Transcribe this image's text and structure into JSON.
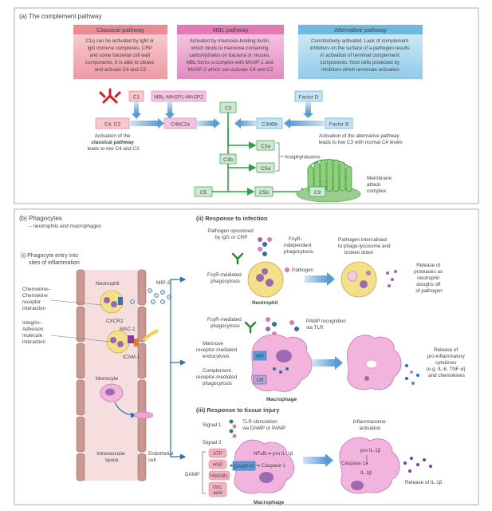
{
  "section_a": {
    "label": "(a)  The complement pathway",
    "classical": {
      "title": "Classical pathway",
      "desc": [
        "C1q can be activated by IgM or",
        "IgG immune complexes, CRP",
        "and some bacterial cell wall",
        "components. It is able to cleave",
        "and activate C4 and C2"
      ]
    },
    "mbl": {
      "title": "MBL pathway",
      "desc": [
        "Activated by mannose-binding lectin,",
        "which binds to mannose-containing",
        "carbohydrates on bacteria or viruses.",
        "MBL forms a complex with MASP-1 and",
        "MASP-2 which can activate C4 and C2"
      ]
    },
    "alternative": {
      "title": "Alternative pathway",
      "desc": [
        "Constitutively activated. Lack of complement",
        "inhibitors on the surface of a pathogen results",
        "in activation of terminal complement",
        "components. Host cells protected by",
        "inhibitors which terminate activation"
      ]
    },
    "boxes": {
      "c1": "C1",
      "mbl_masp": "MBL-MASP1-MASP2",
      "c4c2": "C4, C2",
      "c4bc2a": "C4bC2a",
      "c3": "C3",
      "c3bbb": "C3bBb",
      "factor_d": "Factor D",
      "factor_b": "Factor B",
      "c3a": "C3a",
      "c3b": "C3b",
      "c5a": "C5a",
      "c5": "C5",
      "c5b": "C5b",
      "c9": "C9"
    },
    "classical_note": [
      "Activation of the",
      "classical pathway",
      "leads to low C4 and C3"
    ],
    "alternative_note": [
      "Activation of the alternative pathway",
      "leads to low C3 with normal C4 levels"
    ],
    "anaphylotoxins": "Anaphylotoxins",
    "mac_label": [
      "Membrane",
      "attack",
      "complex"
    ]
  },
  "section_b": {
    "label": "(b)  Phagocytes",
    "sublabel": "– neutrophils and macrophages",
    "entry_title": [
      "(i)  Phagocyte entry into",
      "sites of inflammation"
    ],
    "neutrophil": "Neutrophil",
    "mip2": "MIP-2",
    "cxcr2": "CXCR2",
    "mac1": "MAC-1",
    "icam1": "ICAM-1",
    "monocyte": "Monocyte",
    "chemokine_label": [
      "Chemokine–",
      "Chemokine",
      "receptor",
      "interaction"
    ],
    "integrin_label": [
      "Integrin–",
      "Adhesion",
      "molecule",
      "interaction"
    ],
    "intravascular": [
      "Intravascular",
      "space"
    ],
    "endothelial": [
      "Endothelial",
      "cell"
    ]
  },
  "infection": {
    "title": "(ii)  Response to infection",
    "opsonised": [
      "Pathogen opsonised",
      "by IgG or CRP"
    ],
    "fcr_independent": [
      "FcγR-",
      "independent",
      "phagocytosis"
    ],
    "fcr_mediated": [
      "FcγR-mediated",
      "phagocytosis"
    ],
    "pathogen": "Pathogen",
    "neutrophil": "Neutrophil",
    "internalised": [
      "Pathogen internalised",
      "to phago-lysosome and",
      "broken down"
    ],
    "release_proteases": [
      "Release of",
      "proteases as",
      "neutrophil",
      "sloughs off",
      "of pathogen"
    ],
    "fcr_mediated_2": [
      "FcγR-mediated",
      "phagocytosis"
    ],
    "pamp": [
      "PAMP recognition",
      "via TLR"
    ],
    "mannose": [
      "Mannose",
      "receptor-mediated",
      "endocytosis"
    ],
    "complement_recep": [
      "Complement",
      "receptor-mediated",
      "phagocytosis"
    ],
    "mr": "MR",
    "cr": "CR",
    "macrophage": "Macrophage",
    "release_cytokines": [
      "Release of",
      "pro-inflammatory",
      "cytokines",
      "(e.g. IL-6, TNF-α)",
      "and chemokines"
    ]
  },
  "injury": {
    "title": "(iii)  Response to tissue injury",
    "signal1": "Signal 1",
    "tlr_stim": [
      "TLR stimulation",
      "via DAMP or PAMP"
    ],
    "signal2": "Signal 2",
    "atp": "ATP",
    "hsp": "HSP",
    "hmgb1": "HMGB1",
    "uric": [
      "Uric",
      "acid"
    ],
    "damp": "DAMP",
    "damp_r": "DAMP-R",
    "nfkb": "NFκB",
    "pro_il1b": "pro IL-1β",
    "caspase1": "Caspase 1",
    "macrophage": "Macrophage",
    "inflammasome": [
      "Inflammasome",
      "activation"
    ],
    "pro_il1b_2": "pro IL-1β",
    "caspase1_2": "Caspase 1",
    "il1b": "IL-1β",
    "release_il1b": "Release of IL-1β"
  },
  "colors": {
    "classical_fill": "#e98a95",
    "classical_box": "#f6c7cb",
    "classical_border": "#d9707d",
    "mbl_fill": "#e37ab5",
    "mbl_box": "#f3c4e0",
    "alt_fill": "#6eb9df",
    "alt_box": "#c5e4f3",
    "green": "#2aa147",
    "green_box": "#cfe9cf",
    "blue_arrow": "#2a6fb3",
    "cell_pink": "#f2b3dd",
    "vessel": "#b98a86"
  }
}
